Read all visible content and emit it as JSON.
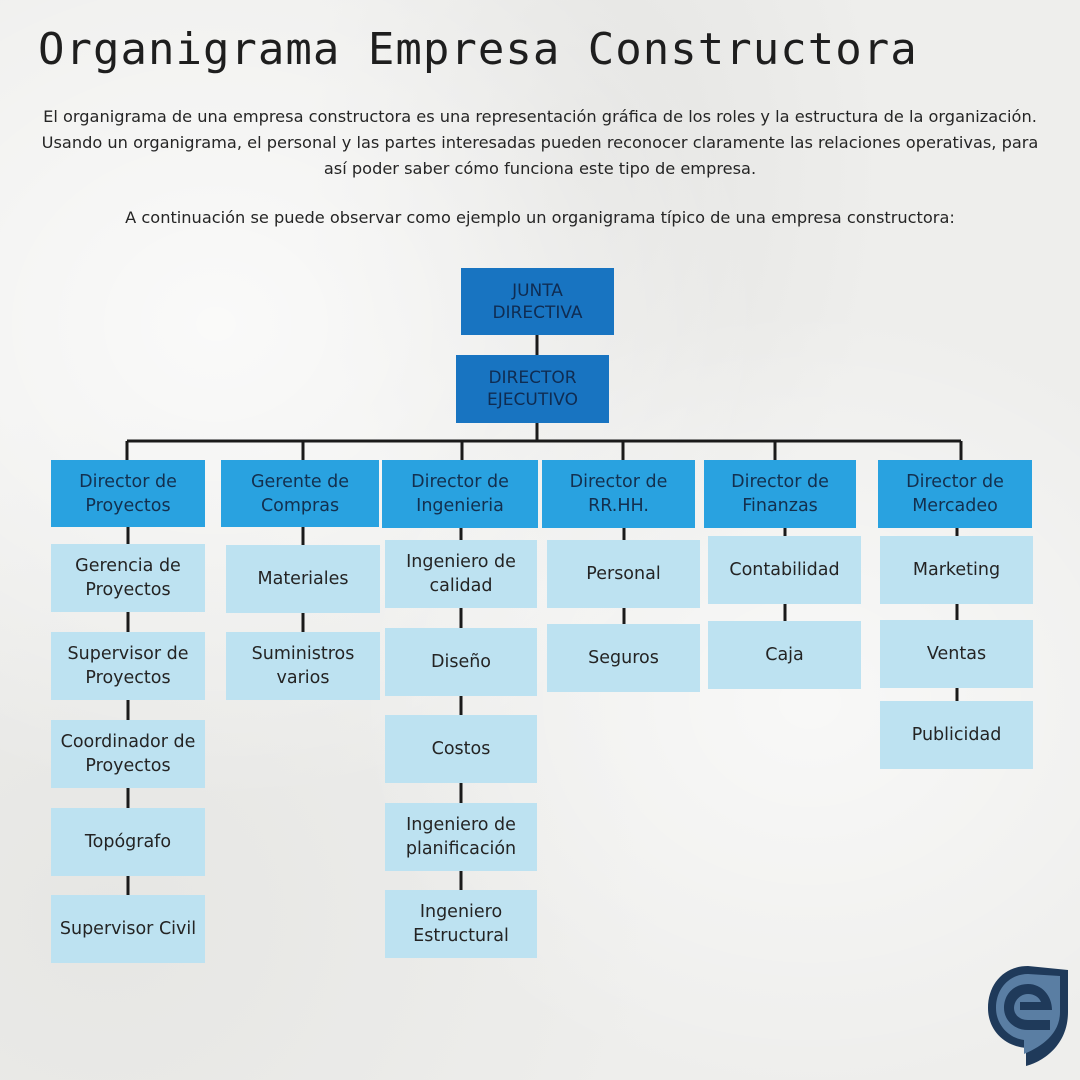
{
  "title": "Organigrama Empresa Constructora",
  "intro": "El organigrama de una empresa constructora es una representación gráfica de los roles y la estructura de la organización. Usando un organigrama, el personal y las partes interesadas pueden reconocer claramente las relaciones operativas, para así poder saber cómo funciona este tipo de empresa.",
  "intro2": "A continuación se puede observar como ejemplo un organigrama típico de una empresa constructora:",
  "colors": {
    "top": "#1874c1",
    "head": "#29a2e0",
    "sub": "#bde2f1",
    "line": "#1a1a1a",
    "logo_dark": "#1f3a5a",
    "logo_light": "#5a7ea3"
  },
  "board": "JUNTA DIRECTIVA",
  "ceo": "DIRECTOR EJECUTIVO",
  "departments": [
    {
      "head": "Director de Proyectos",
      "units": [
        "Gerencia de Proyectos",
        "Supervisor de Proyectos",
        "Coordinador de Proyectos",
        "Topógrafo",
        "Supervisor Civil"
      ]
    },
    {
      "head": "Gerente de Compras",
      "units": [
        "Materiales",
        "Suministros varios"
      ]
    },
    {
      "head": "Director de Ingenieria",
      "units": [
        "Ingeniero de calidad",
        "Diseño",
        "Costos",
        "Ingeniero de planificación",
        "Ingeniero Estructural"
      ]
    },
    {
      "head": "Director de RR.HH.",
      "units": [
        "Personal",
        "Seguros"
      ]
    },
    {
      "head": "Director de Finanzas",
      "units": [
        "Contabilidad",
        "Caja"
      ]
    },
    {
      "head": "Director de Mercadeo",
      "units": [
        "Marketing",
        "Ventas",
        "Publicidad"
      ]
    }
  ],
  "logo_icon": "company-logo"
}
